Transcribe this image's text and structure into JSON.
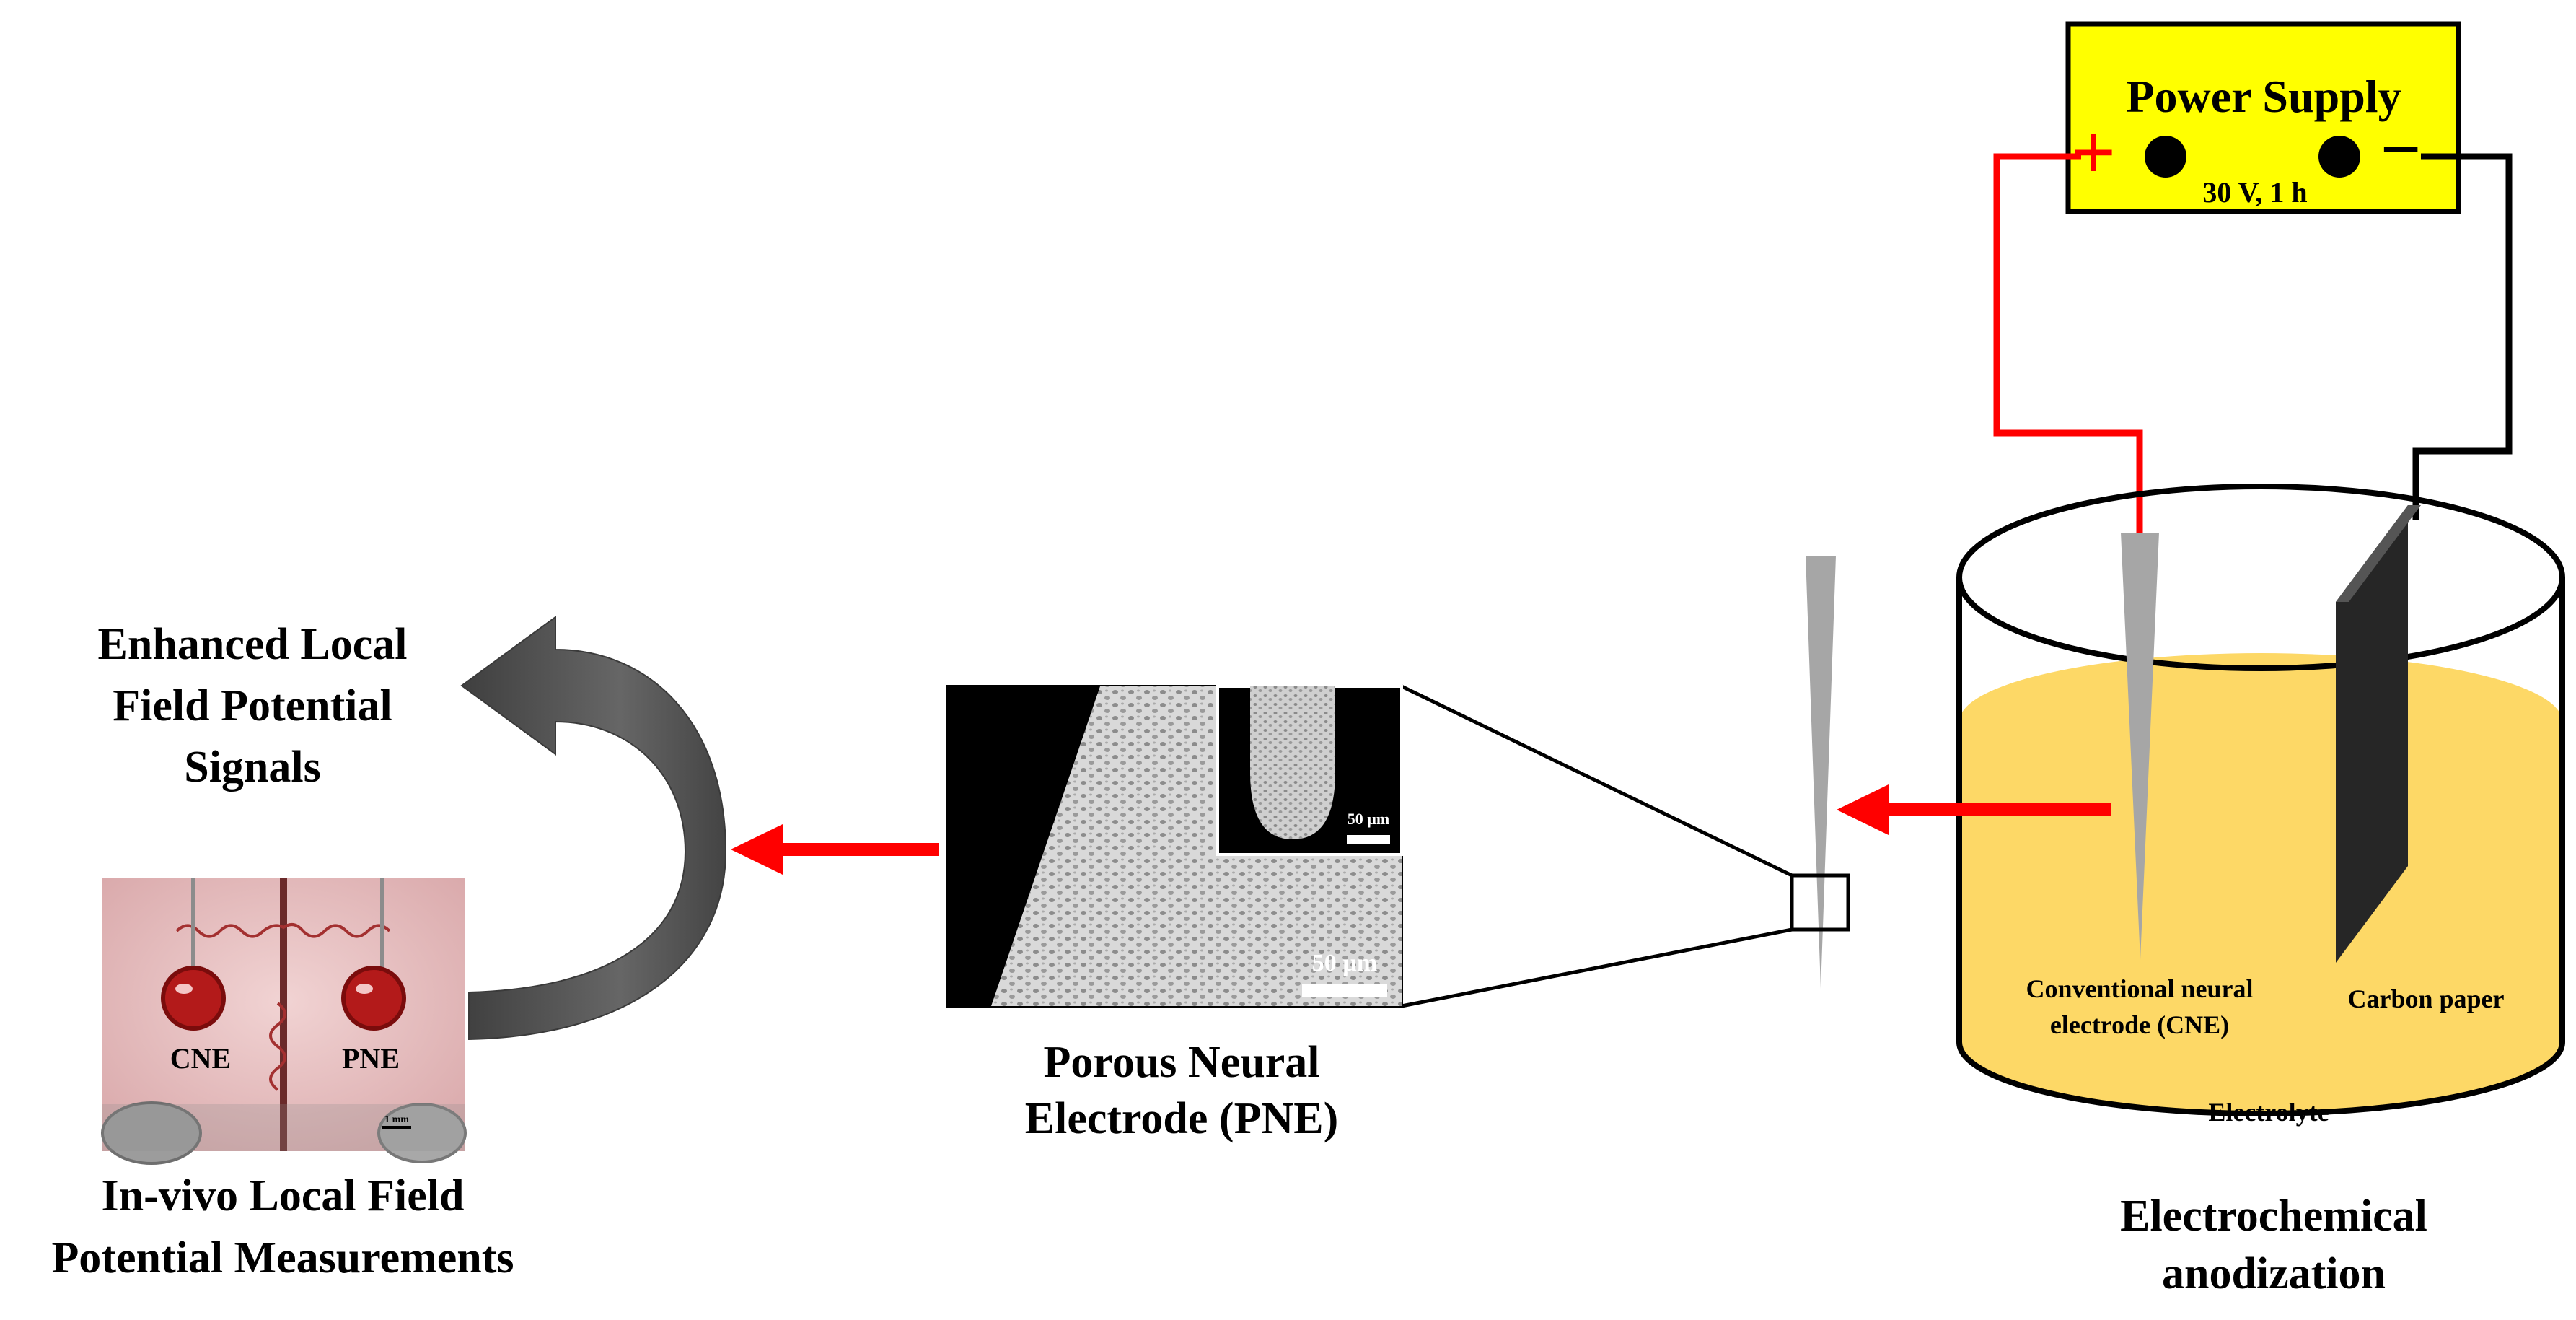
{
  "power_supply": {
    "title": "Power Supply",
    "setting": "30 V, 1 h",
    "positive_sign": "+",
    "negative_sign": "−",
    "box_color": "#ffff00"
  },
  "anodization": {
    "electrode_label_line1": "Conventional neural",
    "electrode_label_line2": "electrode (CNE)",
    "counter_label": "Carbon paper",
    "electrolyte_label": "Electrolyte",
    "caption_line1": "Electrochemical",
    "caption_line2": "anodization",
    "electrolyte_color": "#fdd866"
  },
  "pne": {
    "sem_scale_main": "50 µm",
    "sem_scale_inset": "50 µm",
    "caption_line1": "Porous Neural",
    "caption_line2": "Electrode (PNE)"
  },
  "in_vivo": {
    "left_label": "CNE",
    "right_label": "PNE",
    "scale_label": "1 mm",
    "caption_line1": "In-vivo Local Field",
    "caption_line2": "Potential Measurements"
  },
  "result": {
    "caption_line1": "Enhanced Local",
    "caption_line2": "Field Potential",
    "caption_line3": "Signals"
  },
  "colors": {
    "arrow_red": "#ff0000",
    "wire_red": "#ff0000",
    "wire_black": "#000000",
    "curved_arrow": "#595959"
  }
}
